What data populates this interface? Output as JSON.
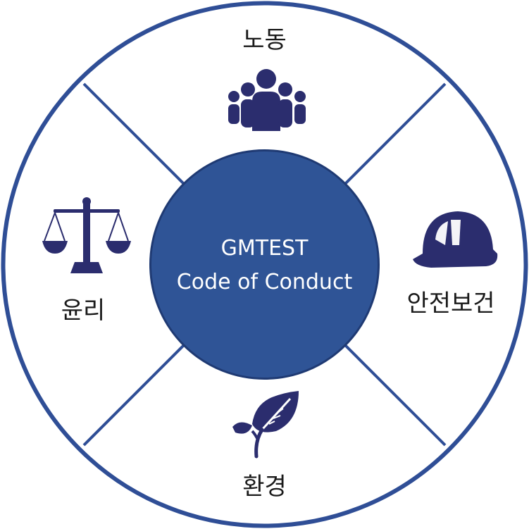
{
  "center": {
    "line1": "GMTEST",
    "line2": "Code of Conduct"
  },
  "segments": {
    "top": {
      "label": "노동",
      "icon": "people-group-icon"
    },
    "right": {
      "label": "안전보건",
      "icon": "hard-hat-icon"
    },
    "bottom": {
      "label": "환경",
      "icon": "leaf-sprout-icon"
    },
    "left": {
      "label": "윤리",
      "icon": "scales-of-justice-icon"
    }
  },
  "colors": {
    "outer_ring": "#2f4e96",
    "center_fill": "#2f5496",
    "icon": "#2b2d6e",
    "background": "#ffffff"
  }
}
